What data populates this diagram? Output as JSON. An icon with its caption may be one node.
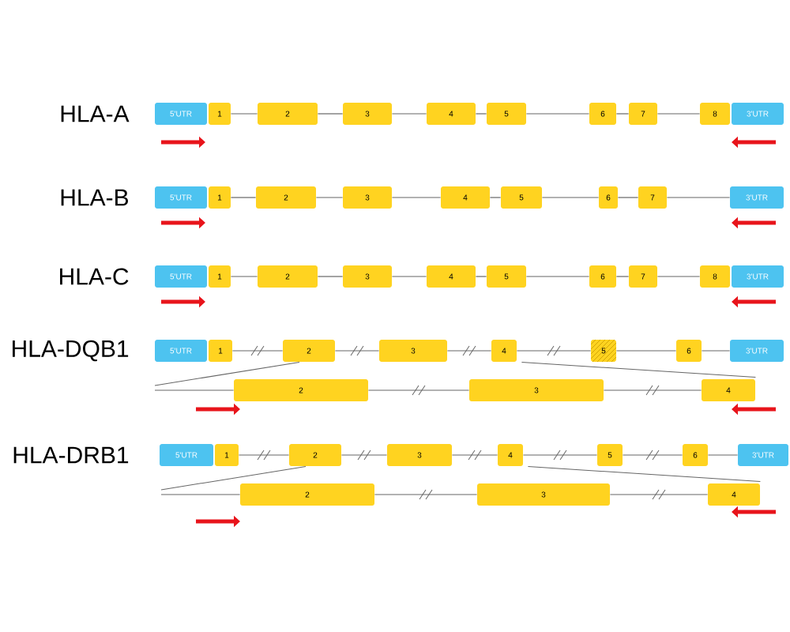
{
  "diagram": {
    "nodes": [
      {
        "text": [
          "5'UTR"
        ]
      },
      {
        "text": [
          "1"
        ]
      },
      {
        "text": [
          "2"
        ]
      },
      {
        "text": [
          "3"
        ]
      },
      {
        "text": [
          "4"
        ]
      },
      {
        "text": [
          "5"
        ]
      },
      {
        "text": [
          "6"
        ]
      },
      {
        "text": [
          "7"
        ]
      },
      {
        "text": [
          "8"
        ]
      },
      {
        "text": [
          "3'UTR"
        ]
      },
      {
        "text": [
          "5'UTR"
        ]
      },
      {
        "text": [
          "1"
        ]
      },
      {
        "text": [
          "2"
        ]
      },
      {
        "text": [
          "3"
        ]
      },
      {
        "text": [
          "4"
        ]
      },
      {
        "text": [
          "5"
        ]
      },
      {
        "text": [
          "6"
        ]
      },
      {
        "text": [
          "7"
        ]
      },
      {
        "text": [
          "3'UTR"
        ]
      },
      {
        "text": [
          "5'UTR"
        ]
      },
      {
        "text": [
          "1"
        ]
      },
      {
        "text": [
          "2"
        ]
      },
      {
        "text": [
          "3"
        ]
      },
      {
        "text": [
          "4"
        ]
      },
      {
        "text": [
          "5"
        ]
      },
      {
        "text": [
          "6"
        ]
      },
      {
        "text": [
          "7"
        ]
      },
      {
        "text": [
          "8"
        ]
      },
      {
        "text": [
          "3'UTR"
        ]
      },
      {
        "text": [
          "5'UTR"
        ]
      },
      {
        "text": [
          "1"
        ]
      },
      {
        "text": [
          "2"
        ]
      },
      {
        "text": [
          "3"
        ]
      },
      {
        "text": [
          "4"
        ]
      },
      {
        "text": [
          "5"
        ]
      },
      {
        "text": [
          "6"
        ]
      },
      {
        "text": [
          "3'UTR"
        ]
      },
      {
        "text": [
          "2"
        ]
      },
      {
        "text": [
          "3"
        ]
      },
      {
        "text": [
          "4"
        ]
      },
      {
        "text": [
          "5'UTR"
        ]
      },
      {
        "text": [
          "1"
        ]
      },
      {
        "text": [
          "2"
        ]
      },
      {
        "text": [
          "3"
        ]
      },
      {
        "text": [
          "4"
        ]
      },
      {
        "text": [
          "5"
        ]
      },
      {
        "text": [
          "6"
        ]
      },
      {
        "text": [
          "3'UTR"
        ]
      },
      {
        "text": [
          "2"
        ]
      },
      {
        "text": [
          "3"
        ]
      },
      {
        "text": [
          "4"
        ]
      }
    ],
    "edges": [
      {
        "from": 1,
        "to": 2,
        "arrow": "none"
      },
      {
        "from": 2,
        "to": 3,
        "arrow": "none"
      },
      {
        "from": 3,
        "to": 4,
        "arrow": "none"
      },
      {
        "from": 4,
        "to": 5,
        "arrow": "none"
      },
      {
        "from": 5,
        "to": 6,
        "arrow": "none"
      },
      {
        "from": 6,
        "to": 7,
        "arrow": "none"
      },
      {
        "from": 7,
        "to": 8,
        "arrow": "none"
      },
      {
        "from": 11,
        "to": 12,
        "arrow": "none"
      },
      {
        "from": 12,
        "to": 13,
        "arrow": "none"
      },
      {
        "from": 13,
        "to": 14,
        "arrow": "none"
      },
      {
        "from": 14,
        "to": 15,
        "arrow": "none"
      },
      {
        "from": 15,
        "to": 16,
        "arrow": "none"
      },
      {
        "from": 16,
        "to": 17,
        "arrow": "none"
      },
      {
        "from": 17,
        "to": 18,
        "arrow": "none"
      },
      {
        "from": 20,
        "to": 21,
        "arrow": "none"
      },
      {
        "from": 21,
        "to": 22,
        "arrow": "none"
      },
      {
        "from": 22,
        "to": 23,
        "arrow": "none"
      },
      {
        "from": 23,
        "to": 24,
        "arrow": "none"
      },
      {
        "from": 24,
        "to": 25,
        "arrow": "none"
      },
      {
        "from": 25,
        "to": 26,
        "arrow": "none"
      },
      {
        "from": 26,
        "to": 27,
        "arrow": "none"
      },
      {
        "from": 30,
        "to": 31,
        "arrow": "none"
      },
      {
        "from": 31,
        "to": 32,
        "arrow": "none"
      },
      {
        "from": 32,
        "to": 33,
        "arrow": "none"
      },
      {
        "from": 33,
        "to": 34,
        "arrow": "none"
      },
      {
        "from": 34,
        "to": 35,
        "arrow": "none"
      },
      {
        "from": 35,
        "to": 36,
        "arrow": "none"
      },
      {
        "from": null,
        "to": 37,
        "arrow": "none"
      },
      {
        "from": 37,
        "to": 38,
        "arrow": "none"
      },
      {
        "from": 38,
        "to": 39,
        "arrow": "none"
      },
      {
        "from": 41,
        "to": 42,
        "arrow": "none"
      },
      {
        "from": 42,
        "to": 43,
        "arrow": "none"
      },
      {
        "from": 43,
        "to": 44,
        "arrow": "none"
      },
      {
        "from": 44,
        "to": 45,
        "arrow": "none"
      },
      {
        "from": 45,
        "to": 46,
        "arrow": "none"
      },
      {
        "from": 46,
        "to": 47,
        "arrow": "none"
      },
      {
        "from": null,
        "to": 48,
        "arrow": "none"
      },
      {
        "from": 48,
        "to": 49,
        "arrow": "none"
      },
      {
        "from": 49,
        "to": 50,
        "arrow": "none"
      },
      {
        "from": null,
        "to": 31,
        "arrow": "none"
      },
      {
        "from": 33,
        "to": 39,
        "arrow": "none"
      },
      {
        "from": null,
        "to": 42,
        "arrow": "none"
      },
      {
        "from": 44,
        "to": 50,
        "arrow": "none"
      }
    ],
    "labels": [
      "HLA-A",
      "HLA-B",
      "HLA-C",
      "HLA-DQB1",
      "HLA-DRB1"
    ]
  }
}
